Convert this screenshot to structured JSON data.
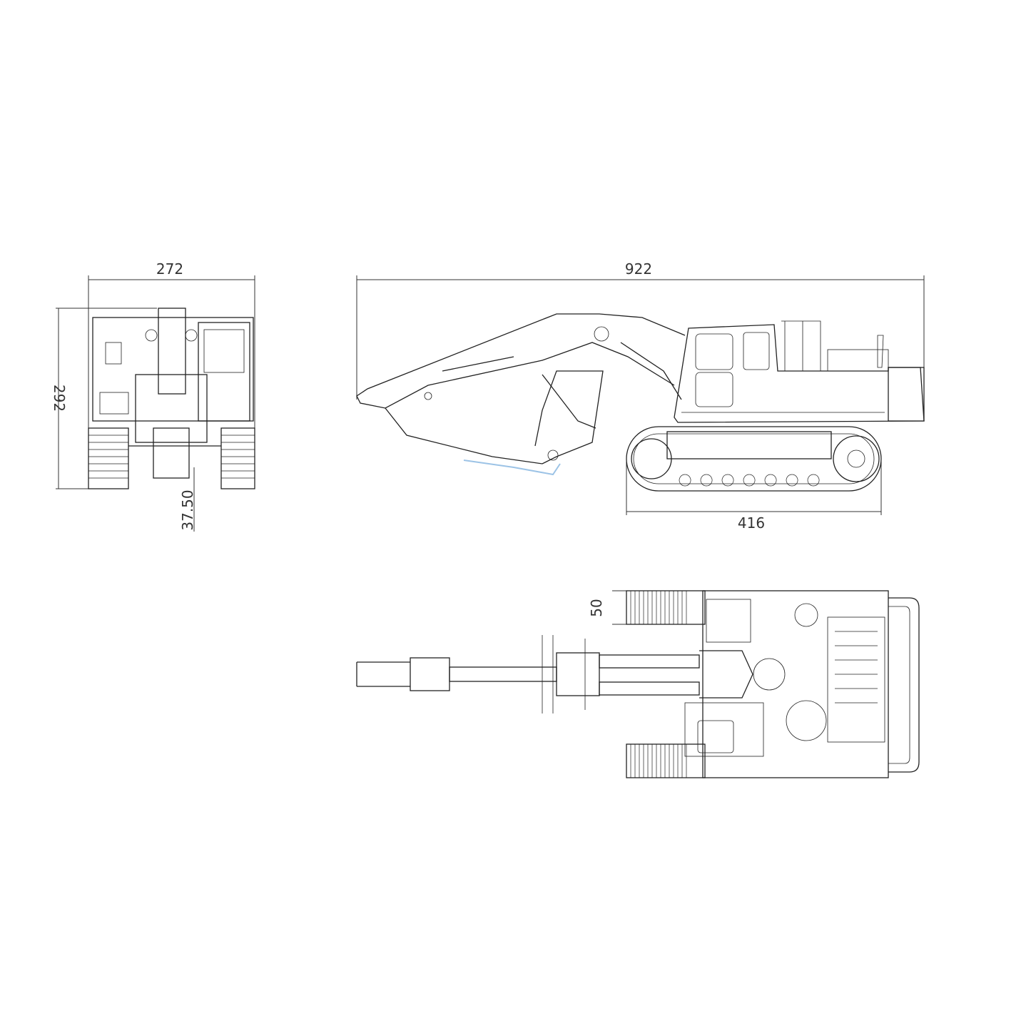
{
  "dimensions": {
    "front_width": "272",
    "front_height": "292",
    "ground_clearance": "37.50",
    "overall_length": "922",
    "track_length": "416",
    "track_width": "50"
  },
  "colors": {
    "line": "#222222",
    "highlight": "#9cc3e6",
    "background": "#ffffff"
  }
}
